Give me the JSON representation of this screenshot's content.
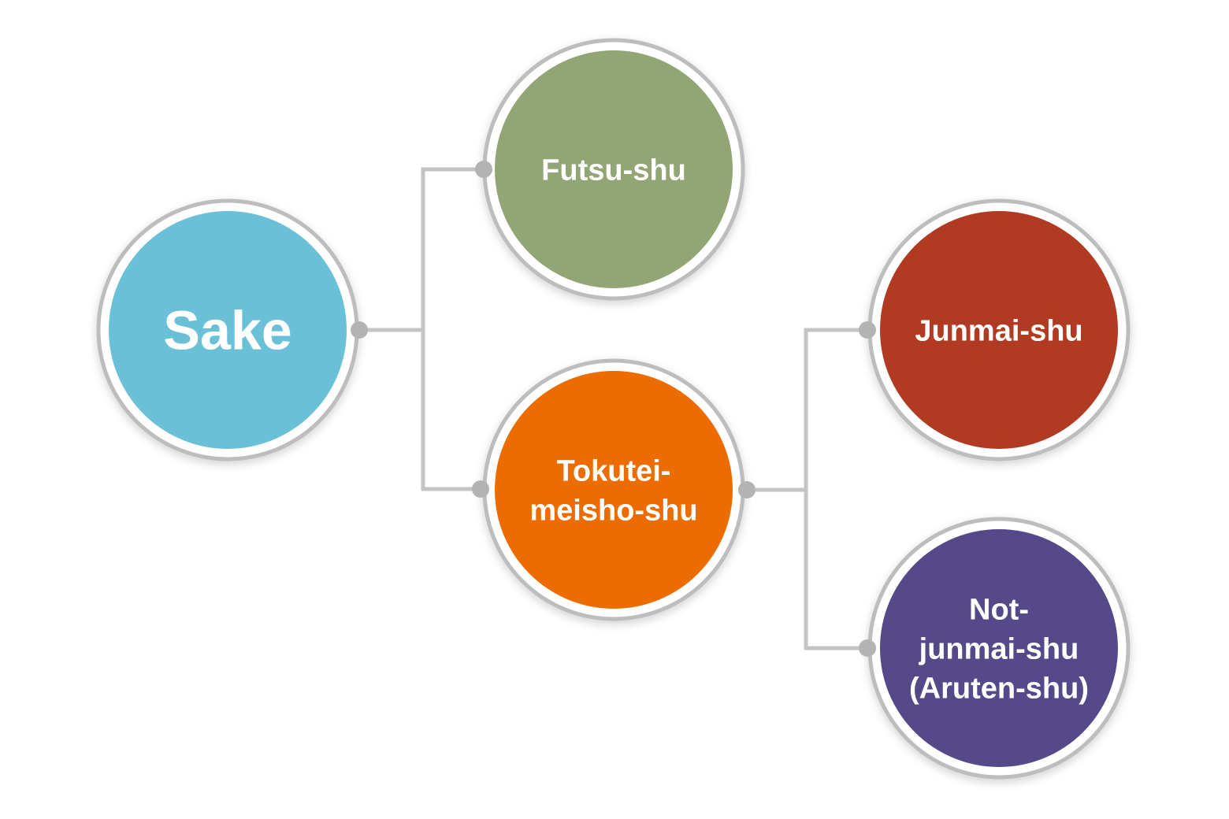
{
  "diagram": {
    "root": {
      "label": [
        "Sake"
      ],
      "color": "#6bc1d7"
    },
    "futsu": {
      "label": [
        "Futsu-shu"
      ],
      "color": "#92a574"
    },
    "tokutei": {
      "label": [
        "Tokutei-",
        "meisho-shu"
      ],
      "color": "#ec6c04"
    },
    "junmai": {
      "label": [
        "Junmai-shu"
      ],
      "color": "#b03a24"
    },
    "not_junmai": {
      "label": [
        "Not-",
        "junmai-shu",
        "(Aruten-shu)"
      ],
      "color": "#564a89"
    }
  },
  "colors": {
    "connector": "#c4c4c4",
    "dot": "#b3b3b3",
    "ring": "#bdbdbd"
  }
}
